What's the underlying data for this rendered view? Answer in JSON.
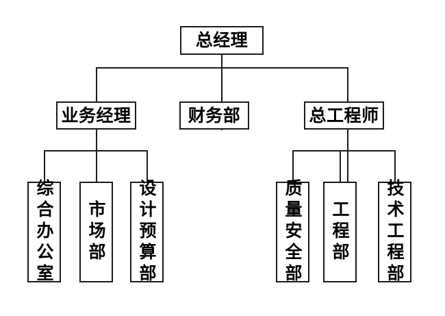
{
  "chart_data": {
    "type": "diagram",
    "diagram_type": "organizational-chart",
    "title": "",
    "orientation": "top-down",
    "background_color": "#ffffff",
    "box_fill": "#ffffff",
    "box_border_color": "#1a1a1a",
    "connector_color": "#1a1a1a",
    "levels": 3,
    "nodes": [
      {
        "id": "gm",
        "label": "总经理",
        "level": 1,
        "text_orientation": "horizontal",
        "parent": null
      },
      {
        "id": "bm",
        "label": "业务经理",
        "level": 2,
        "text_orientation": "horizontal",
        "parent": "gm"
      },
      {
        "id": "fin",
        "label": "财务部",
        "level": 2,
        "text_orientation": "horizontal",
        "parent": "gm"
      },
      {
        "id": "ce",
        "label": "总工程师",
        "level": 2,
        "text_orientation": "horizontal",
        "parent": "gm"
      },
      {
        "id": "go",
        "label": "综合办公室",
        "level": 3,
        "text_orientation": "vertical",
        "parent": "bm"
      },
      {
        "id": "mkt",
        "label": "市场部",
        "level": 3,
        "text_orientation": "vertical",
        "parent": "bm"
      },
      {
        "id": "dbd",
        "label": "设计预算部",
        "level": 3,
        "text_orientation": "vertical",
        "parent": "bm"
      },
      {
        "id": "qsd",
        "label": "质量安全部",
        "level": 3,
        "text_orientation": "vertical",
        "parent": "ce"
      },
      {
        "id": "eng",
        "label": "工程部",
        "level": 3,
        "text_orientation": "vertical",
        "parent": "ce"
      },
      {
        "id": "ted",
        "label": "技术工程部",
        "level": 3,
        "text_orientation": "vertical",
        "parent": "ce"
      }
    ]
  },
  "chart": {
    "root": {
      "label": "总经理"
    },
    "level2": [
      {
        "label": "业务经理"
      },
      {
        "label": "财务部"
      },
      {
        "label": "总工程师"
      }
    ],
    "level3_left": [
      {
        "label": "综合办公室"
      },
      {
        "label": "市场部"
      },
      {
        "label": "设计预算部"
      }
    ],
    "level3_right": [
      {
        "label": "质量安全部"
      },
      {
        "label": "工程部"
      },
      {
        "label": "技术工程部"
      }
    ]
  }
}
